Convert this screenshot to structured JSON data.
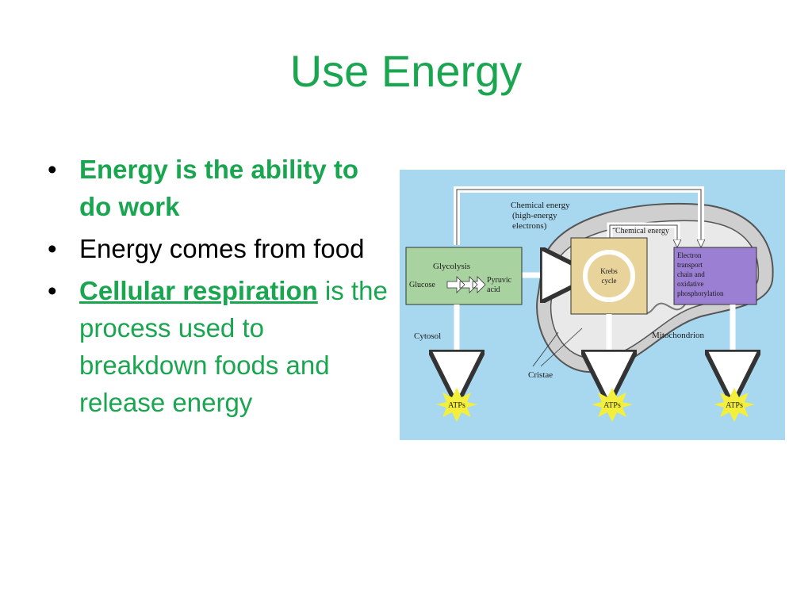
{
  "slide": {
    "title": "Use Energy",
    "title_color": "#1aa650",
    "bullet_char": "•",
    "bullets": {
      "b1": "Energy is the ability to do work",
      "b2": "Energy comes from food",
      "b3_term": "Cellular respiration",
      "b3_rest": " is the process used to breakdown foods and release energy"
    }
  },
  "figure": {
    "chemical_energy_high": "Chemical energy",
    "high_energy_line": "(high-energy",
    "electrons_line": "electrons)",
    "chemical_energy": "Chemical energy",
    "glycolysis": "Glycolysis",
    "glucose": "Glucose",
    "pyruvic": "Pyruvic",
    "acid": "acid",
    "krebs": "Krebs",
    "cycle": "cycle",
    "etc": [
      "Electron",
      "transport",
      "chain and",
      "oxidative",
      "phosphorylation"
    ],
    "cytosol": "Cytosol",
    "mitochondrion": "Mitochondrion",
    "cristae": "Cristae",
    "atps": [
      "ATPs",
      "ATPs",
      "ATPs"
    ]
  },
  "colors": {
    "accent": "#1aa650",
    "figure_bg": "#a8d8ef",
    "glycolysis_box": "#a8d3a0",
    "krebs_box": "#e8d49a",
    "etc_box": "#9b7fd2",
    "mitochondrion": "#cfcfcf",
    "atp_burst": "#f4ef3a"
  }
}
